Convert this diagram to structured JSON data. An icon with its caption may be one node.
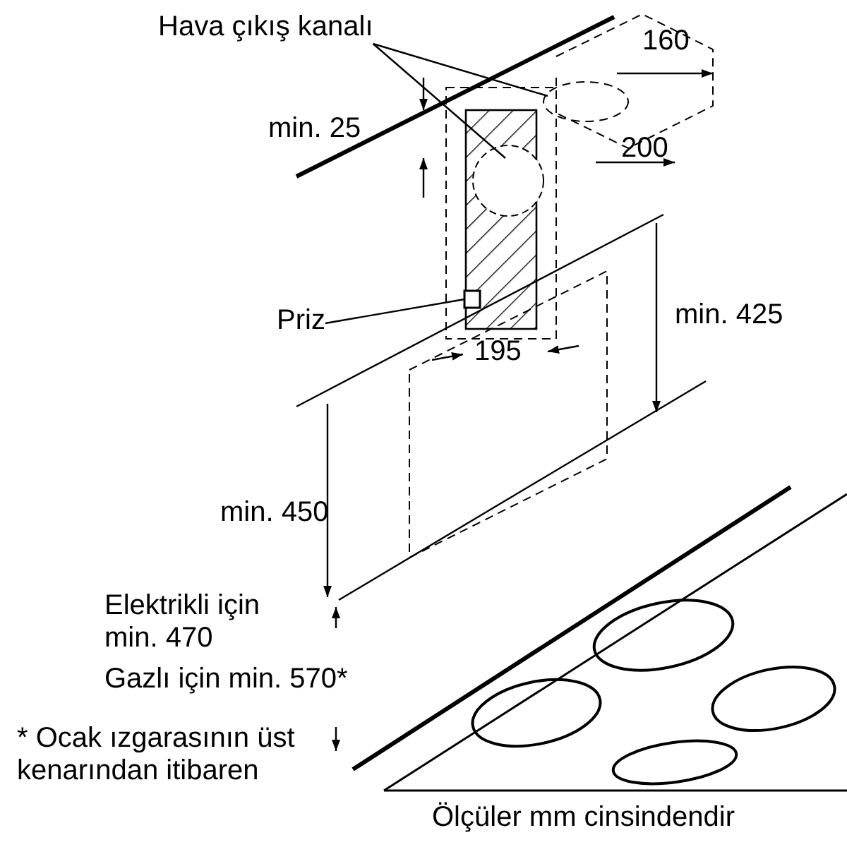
{
  "diagram": {
    "nodes": [
      {
        "text": [
          "Hava çıkış kanalı"
        ]
      },
      {
        "text": [
          "Priz"
        ]
      },
      {
        "text": [],
        "shape": "box"
      }
    ],
    "edges": [
      {
        "from": 0,
        "to": null,
        "arrow": "none"
      },
      {
        "from": 0,
        "to": null,
        "arrow": "none"
      },
      {
        "from": 1,
        "to": 2,
        "arrow": "none"
      }
    ],
    "labels": [
      "160",
      "min. 25",
      "200",
      "195",
      "min. 425",
      "min. 450",
      "Elektrikli için min. 470",
      "Gazlı için min. 570*",
      "* Ocak ızgarasının üst kenarından itibaren",
      "Ölçüler mm cinsindendir"
    ]
  }
}
